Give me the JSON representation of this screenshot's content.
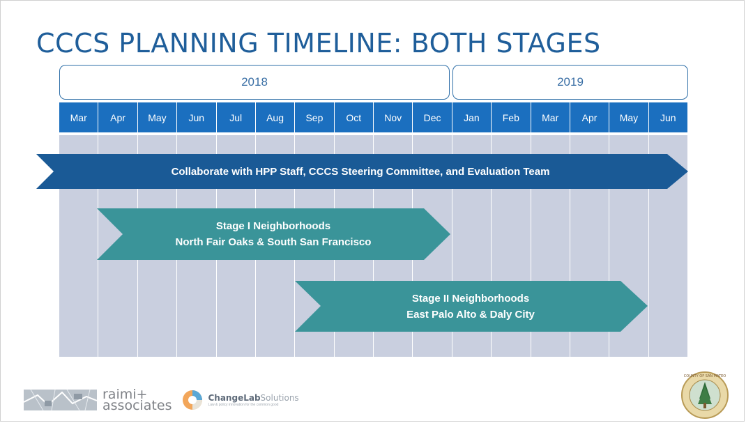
{
  "title": "CCCS PLANNING TIMELINE: BOTH STAGES",
  "years": [
    "2018",
    "2019"
  ],
  "months": [
    "Mar",
    "Apr",
    "May",
    "Jun",
    "Jul",
    "Aug",
    "Sep",
    "Oct",
    "Nov",
    "Dec",
    "Jan",
    "Feb",
    "Mar",
    "Apr",
    "May",
    "Jun"
  ],
  "bars": [
    {
      "lines": [
        "Collaborate with HPP Staff, CCCS Steering Committee, and Evaluation Team"
      ],
      "start_month": "Mar 2018",
      "end_month": "Jun 2019",
      "color": "#1a5a96"
    },
    {
      "lines": [
        "Stage I Neighborhoods",
        "North Fair Oaks & South San Francisco"
      ],
      "start_month": "Apr 2018",
      "end_month": "Dec 2018",
      "color": "#3a9499"
    },
    {
      "lines": [
        "Stage II Neighborhoods",
        "East Palo Alto & Daly City"
      ],
      "start_month": "Sep 2018",
      "end_month": "May 2019",
      "color": "#3a9499"
    }
  ],
  "logos": {
    "raimi_line1": "raimi+",
    "raimi_line2": "associates",
    "changelab_name": "ChangeLab",
    "changelab_name2": "Solutions",
    "changelab_tagline": "Law & policy innovation for the common good",
    "seal_text": "COUNTY OF SAN MATEO"
  },
  "colors": {
    "title": "#1f5e9a",
    "month_bar": "#1b6fbf",
    "grid": "#c9cfdf",
    "collaborate_bar": "#1a5a96",
    "stage_bar": "#3a9499"
  }
}
